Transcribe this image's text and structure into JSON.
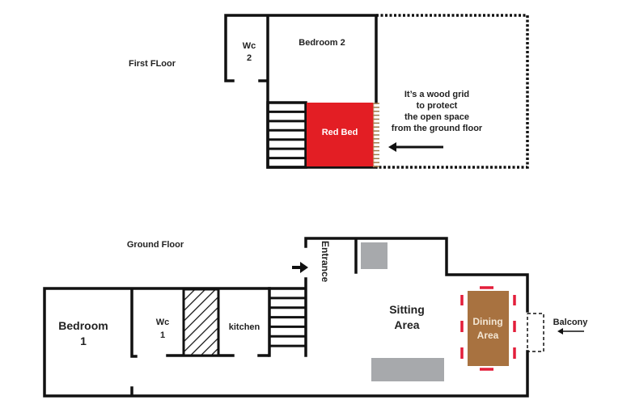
{
  "first_floor": {
    "title": "First FLoor",
    "rooms": {
      "wc2": [
        "Wc",
        "2"
      ],
      "bedroom2": "Bedroom 2",
      "red_bed": "Red Bed"
    },
    "note": [
      "It’s a wood grid",
      "to protect",
      "the open space",
      "from the ground floor"
    ]
  },
  "ground_floor": {
    "title": "Ground Floor",
    "rooms": {
      "bedroom1": [
        "Bedroom",
        "1"
      ],
      "wc1": [
        "Wc",
        "1"
      ],
      "kitchen": "kitchen",
      "entrance": "Entrance",
      "sitting": [
        "Sitting",
        "Area"
      ],
      "dining": [
        "Dining",
        "Area"
      ],
      "balcony": "Balcony"
    }
  },
  "colors": {
    "red_bed": "#e31e24",
    "dining_table": "#a87240",
    "chair": "#e31e3a",
    "furniture_gray": "#a7a9ac",
    "wood_grid": "#a07a4a"
  }
}
